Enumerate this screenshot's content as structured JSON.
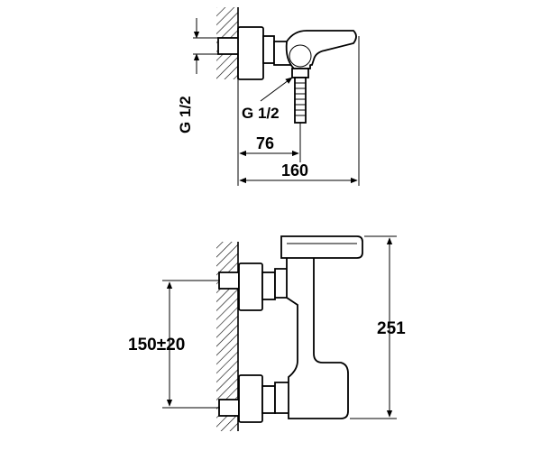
{
  "top_view": {
    "thread_label_left": "G 1/2",
    "thread_label_hose": "G 1/2",
    "dim_inlet": "76",
    "dim_depth": "160"
  },
  "front_view": {
    "dim_inlet_spacing": "150±20",
    "dim_height": "251"
  }
}
